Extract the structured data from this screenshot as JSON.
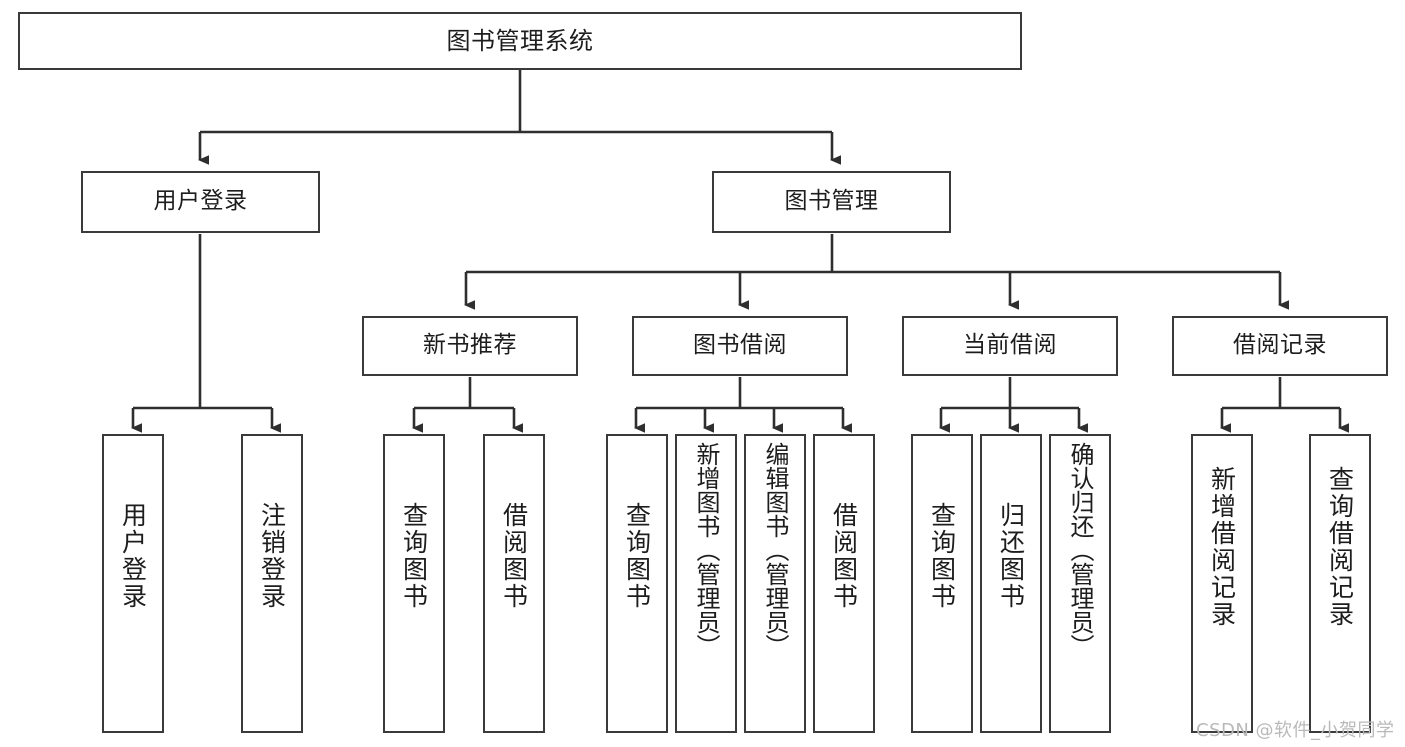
{
  "diagram": {
    "title": "图书管理系统",
    "type": "tree-hierarchy-diagram",
    "colors": {
      "box_border": "#3a3a3a",
      "box_fill": "#ffffff",
      "edge": "#2f2f2f",
      "text": "#1d1d1d",
      "background": "#ffffff",
      "watermark": "#b9b9b9"
    },
    "nodes": {
      "root": {
        "label": "图书管理系统"
      },
      "level2": [
        {
          "id": "user-login",
          "label": "用户登录"
        },
        {
          "id": "book-management",
          "label": "图书管理"
        }
      ],
      "level3": [
        {
          "id": "new-book-recommend",
          "label": "新书推荐"
        },
        {
          "id": "book-borrow",
          "label": "图书借阅"
        },
        {
          "id": "current-borrow",
          "label": "当前借阅"
        },
        {
          "id": "borrow-record",
          "label": "借阅记录"
        }
      ],
      "leaves": {
        "user_login": [
          {
            "id": "leaf-user-login",
            "label": "用户登录"
          },
          {
            "id": "leaf-logout-login",
            "label": "注销登录"
          }
        ],
        "new_book_recommend": [
          {
            "id": "leaf-query-book-1",
            "label": "查询图书"
          },
          {
            "id": "leaf-borrow-book-1",
            "label": "借阅图书"
          }
        ],
        "book_borrow": [
          {
            "id": "leaf-query-book-2",
            "label": "查询图书"
          },
          {
            "id": "leaf-add-book",
            "label": "新增图书（管理员）"
          },
          {
            "id": "leaf-edit-book",
            "label": "编辑图书（管理员）"
          },
          {
            "id": "leaf-borrow-book-2",
            "label": "借阅图书"
          }
        ],
        "current_borrow": [
          {
            "id": "leaf-query-book-3",
            "label": "查询图书"
          },
          {
            "id": "leaf-return-book",
            "label": "归还图书"
          },
          {
            "id": "leaf-confirm-return",
            "label": "确认归还（管理员）"
          }
        ],
        "borrow_record": [
          {
            "id": "leaf-add-record",
            "label": "新增借阅记录"
          },
          {
            "id": "leaf-query-record",
            "label": "查询借阅记录"
          }
        ]
      }
    },
    "watermark": "CSDN @软件_小贺同学"
  }
}
